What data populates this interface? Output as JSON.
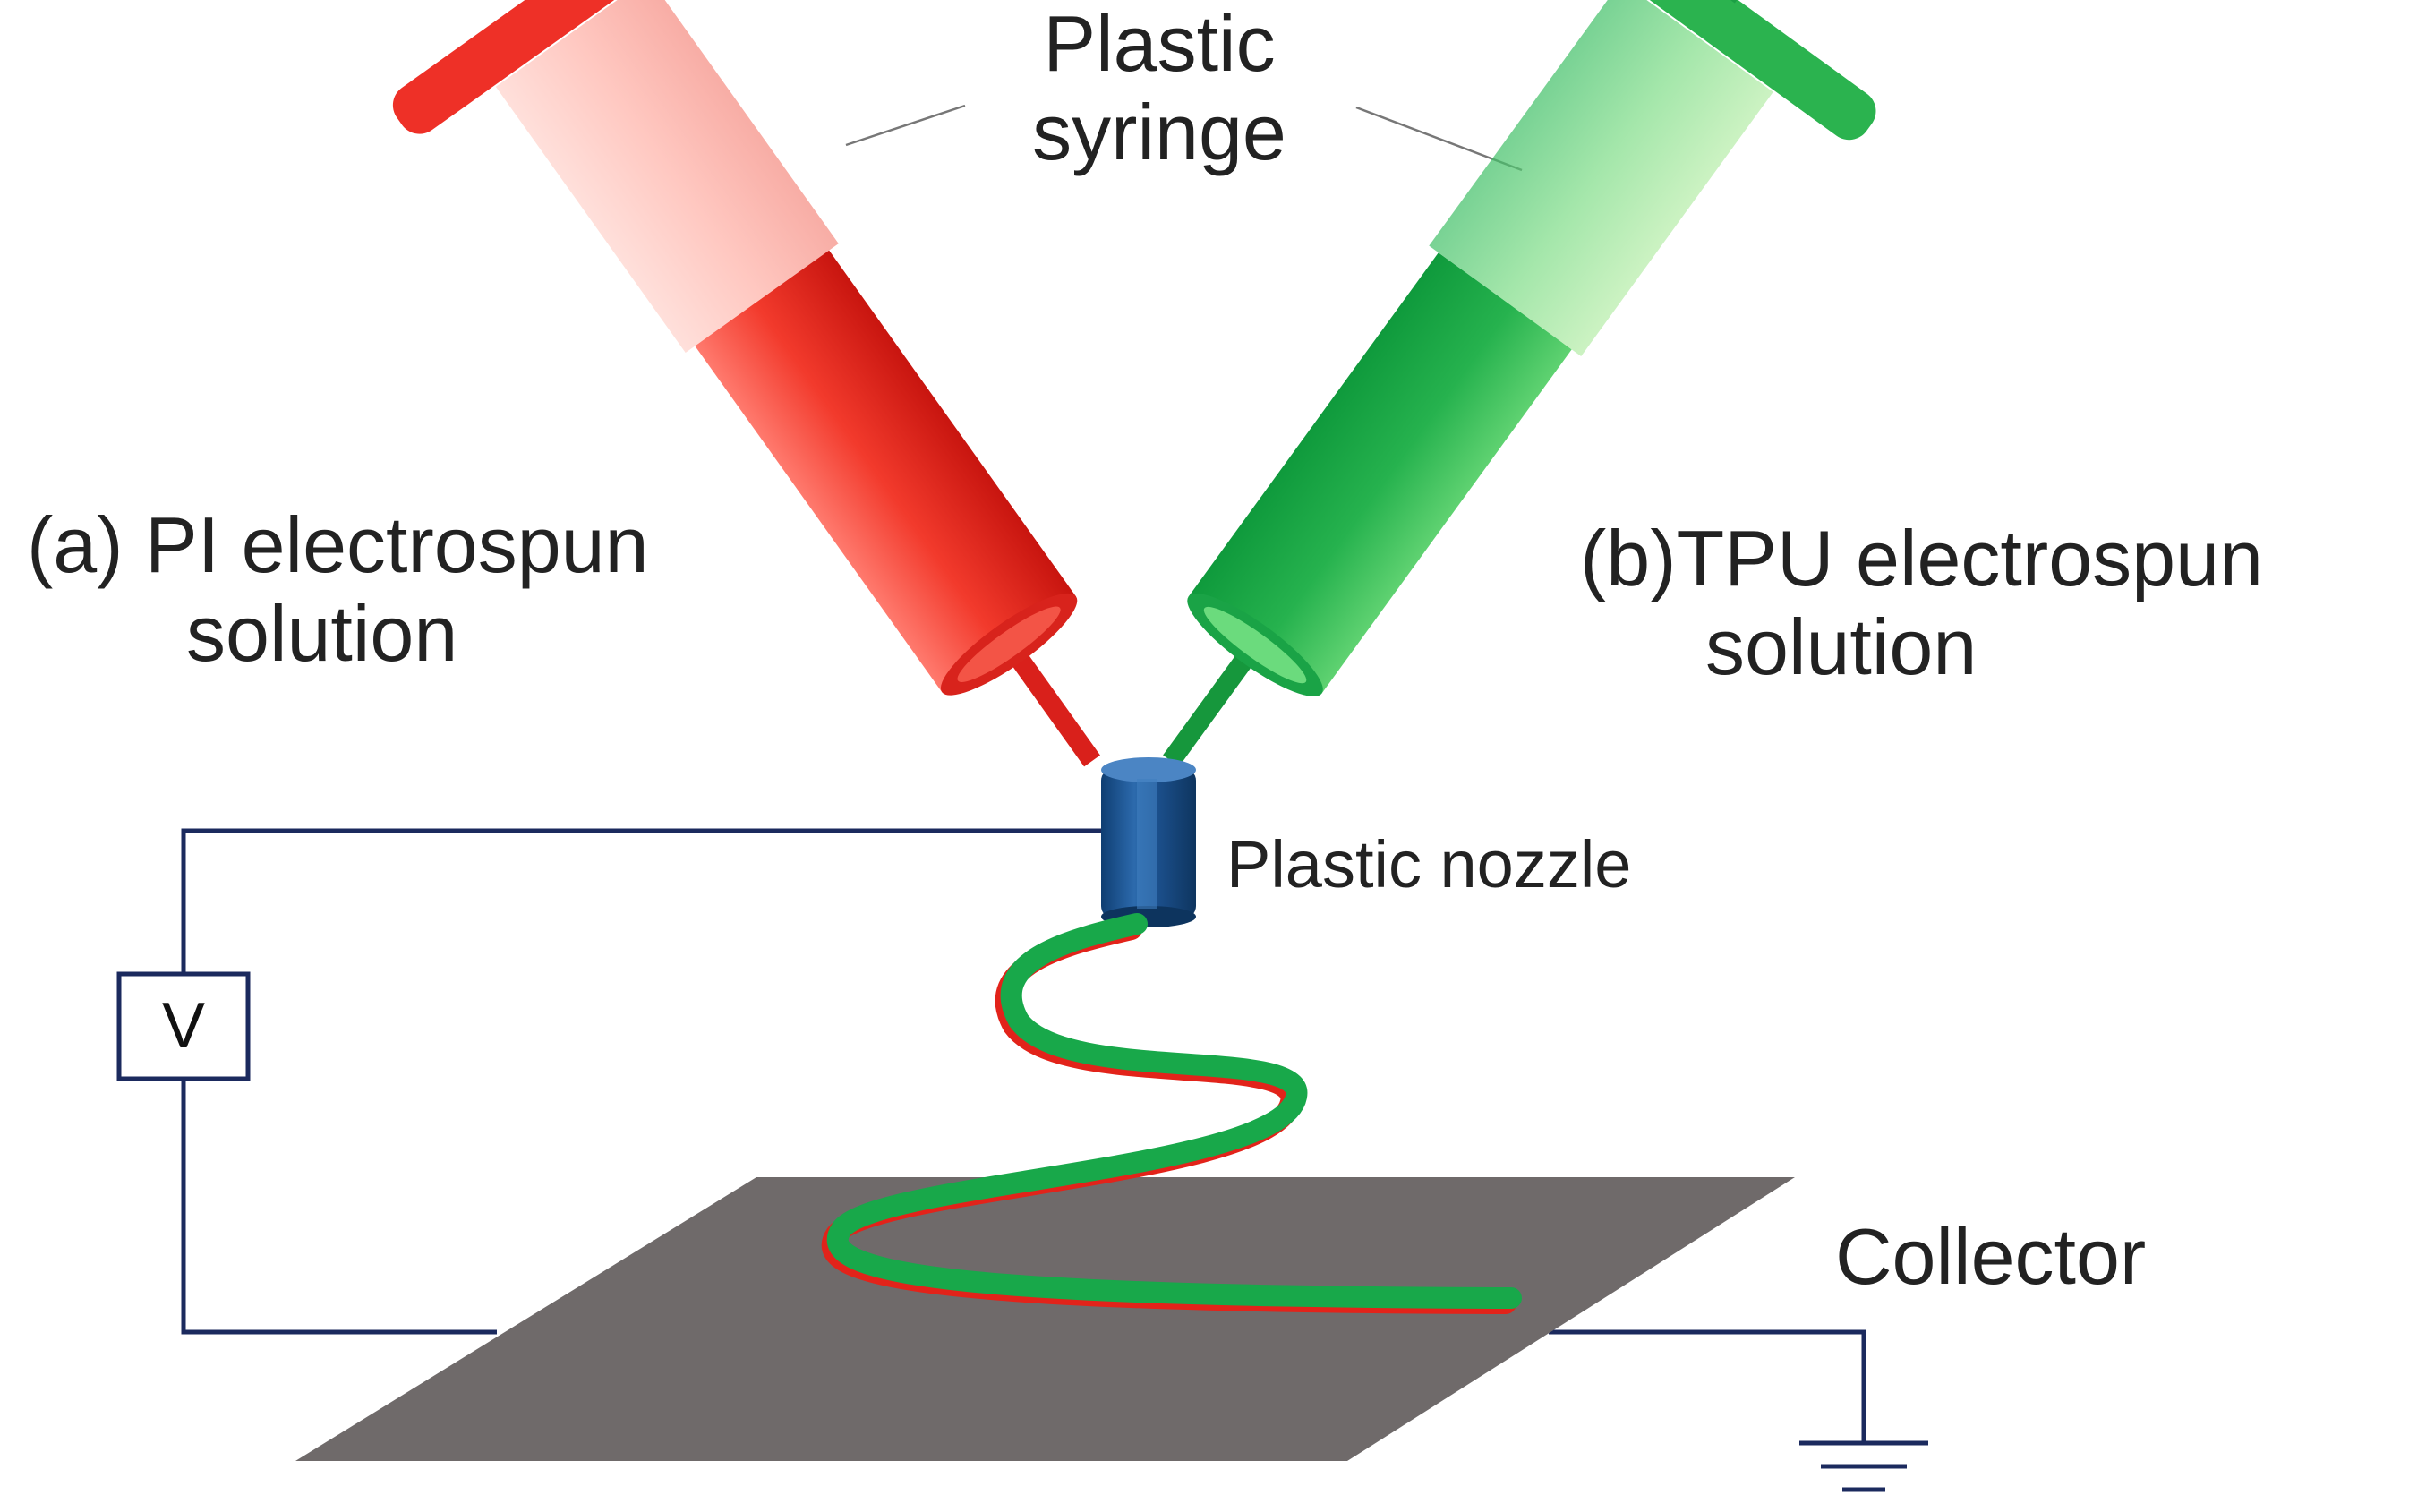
{
  "labels": {
    "syringe_label": [
      "Plastic",
      "syringe"
    ],
    "pi_label": [
      "(a) PI electrospun",
      "solution"
    ],
    "tpu_label": [
      "(b)TPU electrospun",
      "solution"
    ],
    "nozzle_label": "Plastic nozzle",
    "voltmeter_label": "V",
    "collector_label": "Collector"
  },
  "colors": {
    "pi_syringe": "#e8241f",
    "tpu_syringe": "#1fa84a",
    "nozzle": "#1f4f86",
    "wire": "#1b2a5e",
    "collector": "#6f6a6a"
  },
  "icons": [
    "syringe-icon",
    "nozzle-icon",
    "ground-icon",
    "voltmeter-icon"
  ]
}
